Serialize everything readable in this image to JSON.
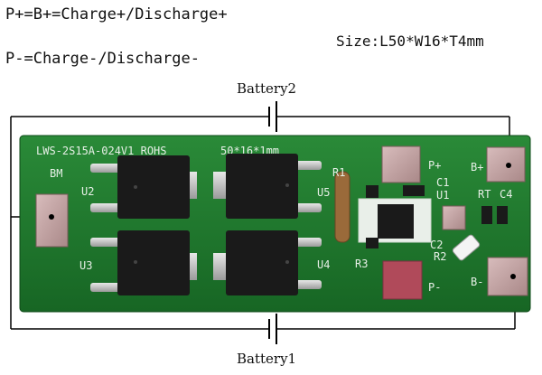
{
  "annotations": {
    "line1": "P+=B+=Charge+/Discharge+",
    "line2": "P-=Charge-/Discharge-",
    "size": "Size:L50*W16*T4mm",
    "battery_top": "Battery2",
    "battery_bottom": "Battery1"
  },
  "board": {
    "silkscreen_header": "LWS-2S15A-024V1 ROHS",
    "silkscreen_dims": "50*16*1mm",
    "labels": {
      "bm": "BM",
      "u2": "U2",
      "u3": "U3",
      "u4": "U4",
      "u5": "U5",
      "r1": "R1",
      "r2": "R2",
      "r3": "R3",
      "c1": "C1",
      "c2": "C2",
      "c4": "C4",
      "u1": "U1",
      "rt": "RT",
      "p_plus": "P+",
      "p_minus": "P-",
      "b_plus": "B+",
      "b_minus": "B-"
    }
  },
  "colors": {
    "board": "#1f7a2e",
    "board_dark": "#16601f",
    "pad": "#c9a8a8",
    "chip": "#1a1a1a",
    "wire": "#000000"
  }
}
